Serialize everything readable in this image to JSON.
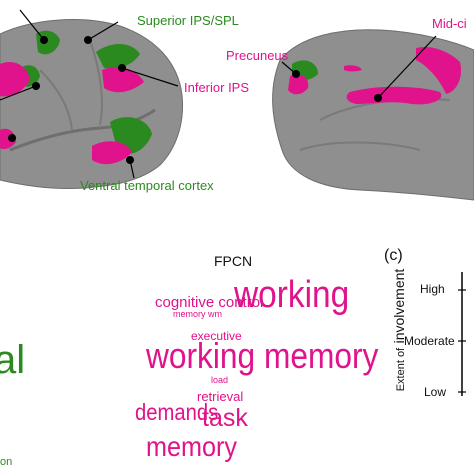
{
  "brain_labels": {
    "superior_ips": "Superior IPS/SPL",
    "inferior_ips": "Inferior IPS",
    "ventral_temporal": "Ventral temporal cortex",
    "precuneus": "Precuneus",
    "mid_cingulate": "Mid-ci"
  },
  "cloud_fragment": {
    "big": "al",
    "small": "on"
  },
  "wordcloud": {
    "title": "FPCN",
    "words": [
      "working",
      "cognitive control",
      "memory wm",
      "executive",
      "working memory",
      "load",
      "retrieval",
      "demands",
      "task",
      "memory"
    ]
  },
  "panel_c": {
    "label": "(c)",
    "axis_label": "Extent of involvement",
    "axis_label_small": "Extent of",
    "axis_label_big": "involvement",
    "levels": [
      "High",
      "Moderate",
      "Low"
    ]
  },
  "colors": {
    "network_pink": "#e0138c",
    "network_green": "#2b8a1f",
    "cortex_gray": "#8f8f8f"
  }
}
